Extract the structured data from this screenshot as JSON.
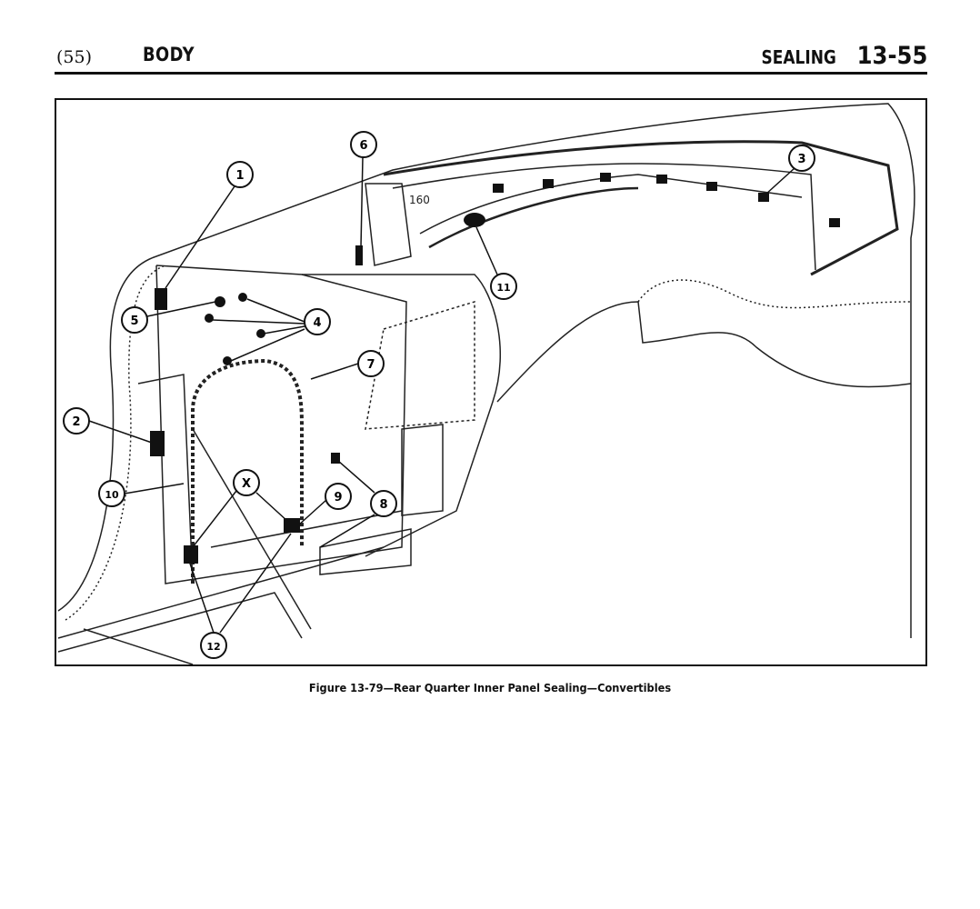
{
  "header": {
    "page_ref": "(55)",
    "section": "BODY",
    "subsection": "SEALING",
    "page_number": "13-55"
  },
  "figure": {
    "caption": "Figure 13-79—Rear Quarter Inner Panel Sealing—Convertibles",
    "panel_marking": "160",
    "callouts": [
      "1",
      "2",
      "3",
      "4",
      "5",
      "6",
      "7",
      "8",
      "9",
      "10",
      "11",
      "12",
      "X"
    ]
  }
}
